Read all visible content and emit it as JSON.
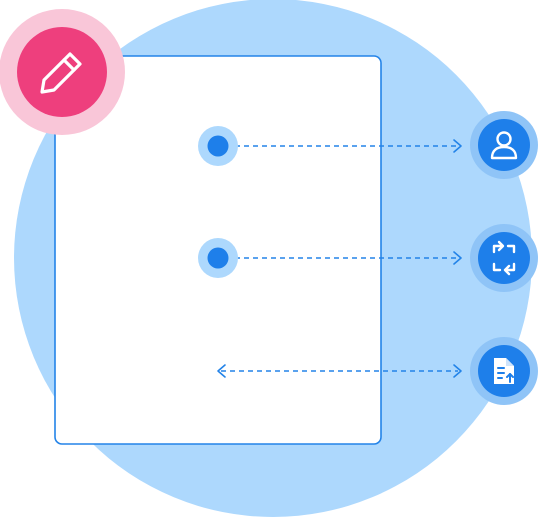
{
  "colors": {
    "background_circle": "#ADD8FD",
    "frame_stroke": "#2383E8",
    "frame_fill": "#FFFFFF",
    "accent_blue": "#1E7FEA",
    "blue_halo": "#8FC4F7",
    "pink_halo": "#F9C6D8",
    "pink": "#EE3F7D",
    "icon_glyph": "#FFFFFF",
    "connector": "#2383E8"
  },
  "icons": {
    "edit": "pencil-icon",
    "user": "user-icon",
    "sync": "sync-icon",
    "document": "document-upload-icon"
  },
  "connections": [
    {
      "from": "dot-1",
      "to": "user-icon",
      "direction": "forward"
    },
    {
      "from": "dot-2",
      "to": "sync-icon",
      "direction": "forward"
    },
    {
      "from": "blank",
      "to": "document-upload-icon",
      "direction": "both"
    }
  ]
}
